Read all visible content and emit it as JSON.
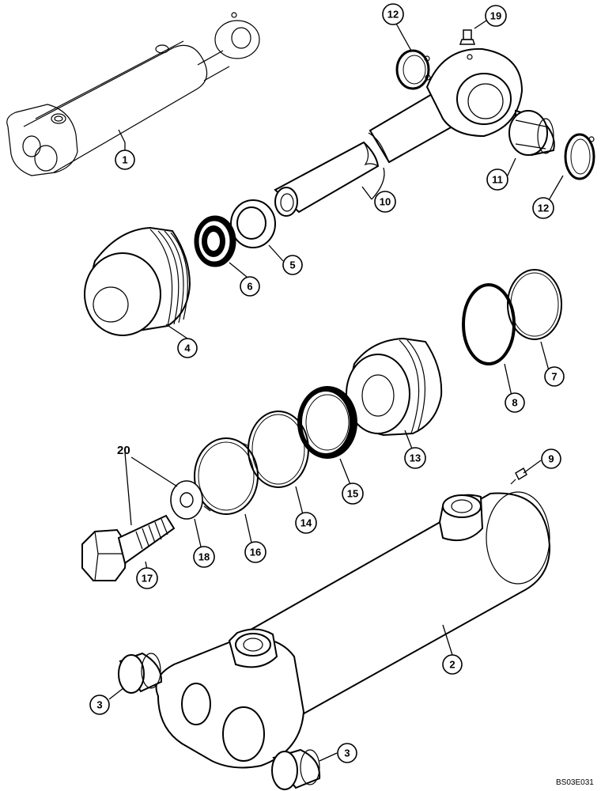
{
  "diagram": {
    "reference_code": "BS03E031",
    "callouts": {
      "c1": "1",
      "c2": "2",
      "c3a": "3",
      "c3b": "3",
      "c4": "4",
      "c5": "5",
      "c6": "6",
      "c7": "7",
      "c8": "8",
      "c9": "9",
      "c10": "10",
      "c11": "11",
      "c12a": "12",
      "c12b": "12",
      "c13": "13",
      "c14": "14",
      "c15": "15",
      "c16": "16",
      "c17": "17",
      "c18": "18",
      "c19": "19",
      "c20": "20"
    }
  }
}
